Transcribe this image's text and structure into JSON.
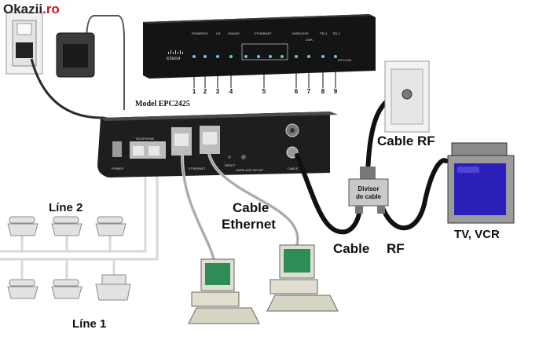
{
  "watermark": {
    "brand": "Okazii",
    "suffix": ".ro"
  },
  "modem": {
    "brand": "cisco",
    "model_badge": "EPC2425",
    "model_label": "Model  EPC2425",
    "front_leds": [
      "POWER",
      "DS",
      "US",
      "ONLINE",
      "ETHERNET",
      "WIRELESS",
      "LINK",
      "TEL1",
      "TEL2"
    ],
    "front_numbers": [
      "1",
      "2",
      "3",
      "4",
      "5",
      "6",
      "7",
      "8",
      "9"
    ],
    "rear_ports": {
      "power": "POWER",
      "telephone": "TELEPHONE",
      "ethernet": "ETHERNET",
      "reset": "RESET",
      "wireless_setup": "WIRELESS SETUP",
      "cable": "CABLE"
    }
  },
  "labels": {
    "line2": "Líne   2",
    "line1": "Líne   1",
    "cable_ethernet_1": "Cable",
    "cable_ethernet_2": "Ethernet",
    "cable_rf_top": "Cable RF",
    "cable_bottom": "Cable",
    "rf_bottom": "RF",
    "splitter_1": "Divisor",
    "splitter_2": "de cable",
    "tv": "TV, VCR"
  },
  "colors": {
    "modem_body": "#1c1c1c",
    "led": "#5fc8ff",
    "cable_gray": "#c8c8c8",
    "tv_screen": "#2a1fb8",
    "pc_screen": "#2e8c56",
    "watermark": "#c21a1a"
  }
}
